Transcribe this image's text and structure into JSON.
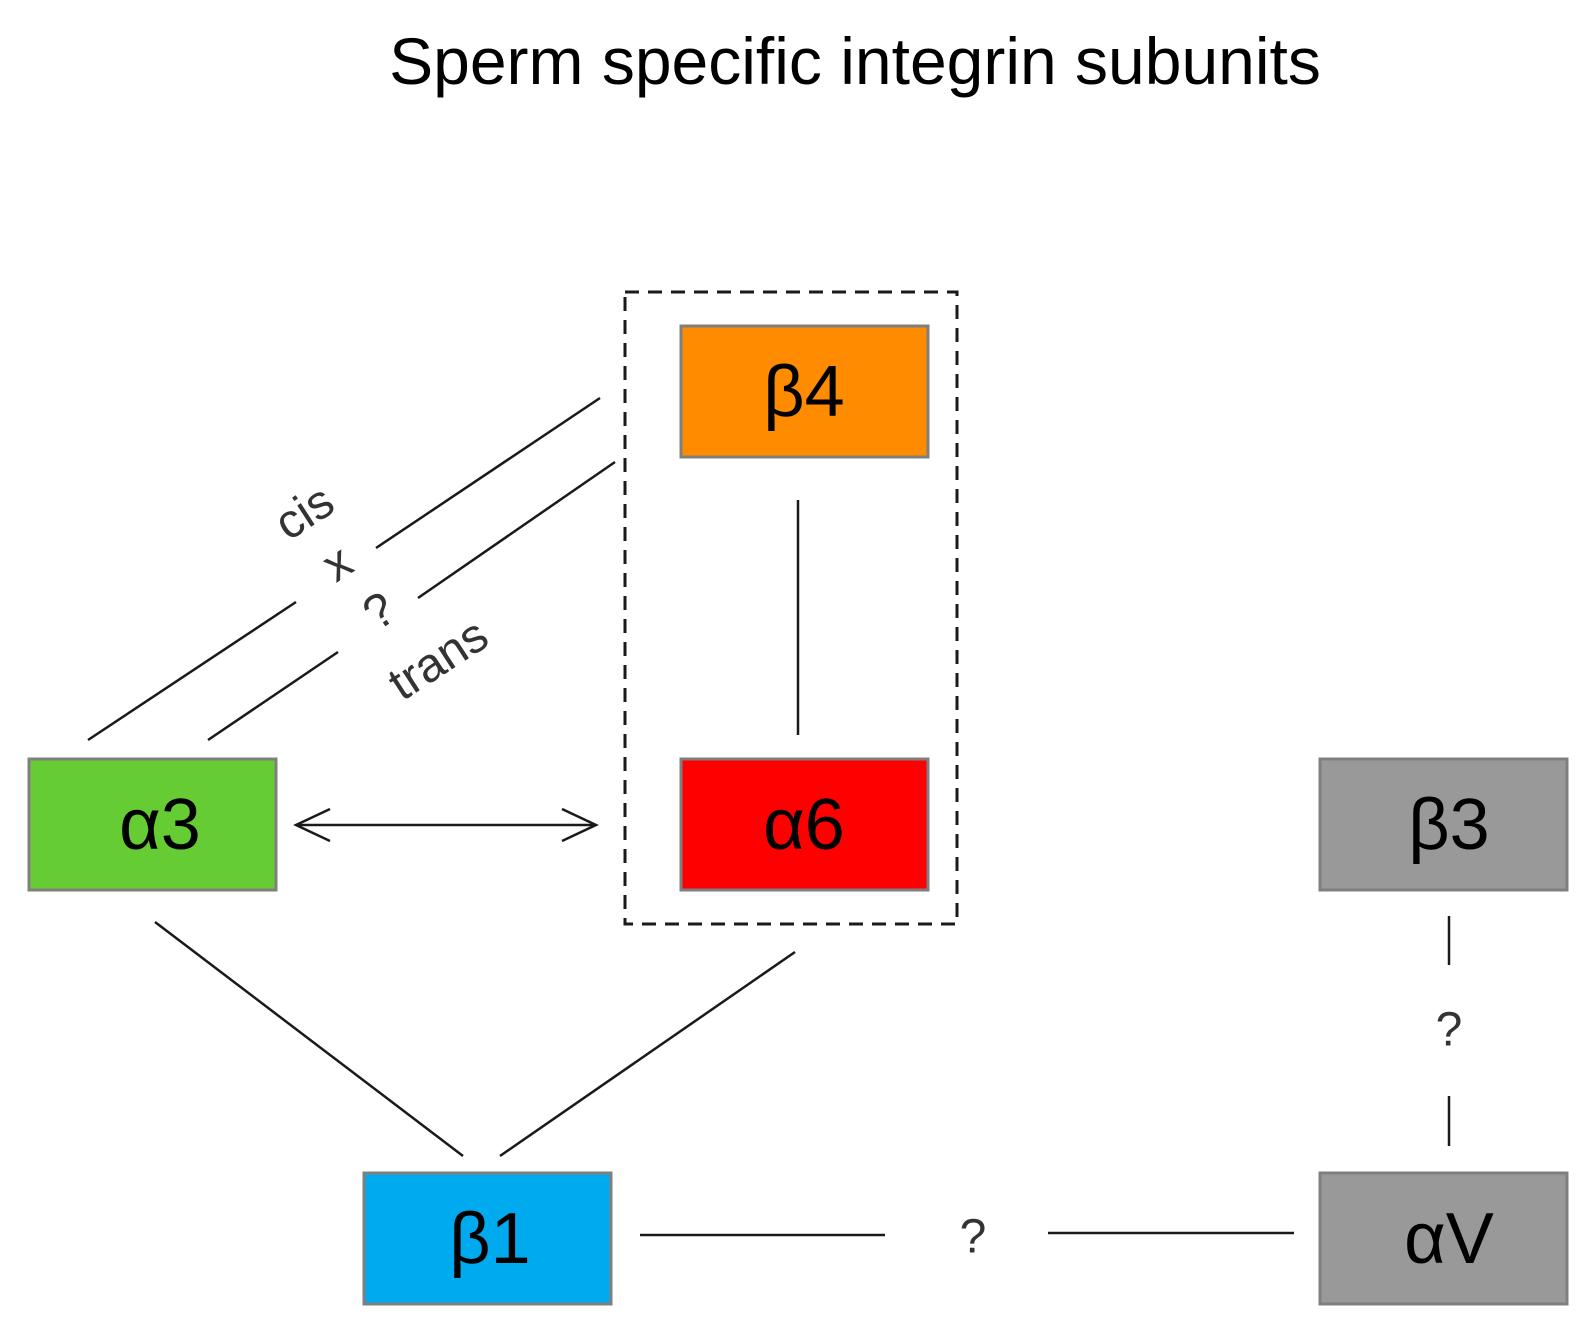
{
  "title": "Sperm specific integrin subunits",
  "nodes": {
    "b4": {
      "label": "β4",
      "color": "#ff8c00"
    },
    "a6": {
      "label": "α6",
      "color": "#ff0000"
    },
    "a3": {
      "label": "α3",
      "color": "#66cc33"
    },
    "b1": {
      "label": "β1",
      "color": "#00aaee"
    },
    "b3": {
      "label": "β3",
      "color": "#999999"
    },
    "aV": {
      "label": "αV",
      "color": "#999999"
    }
  },
  "edge_labels": {
    "cis": "cis",
    "x": "x",
    "q_cis_trans": "?",
    "trans": "trans",
    "q_b1_aV": "?",
    "q_b3_aV": "?"
  }
}
